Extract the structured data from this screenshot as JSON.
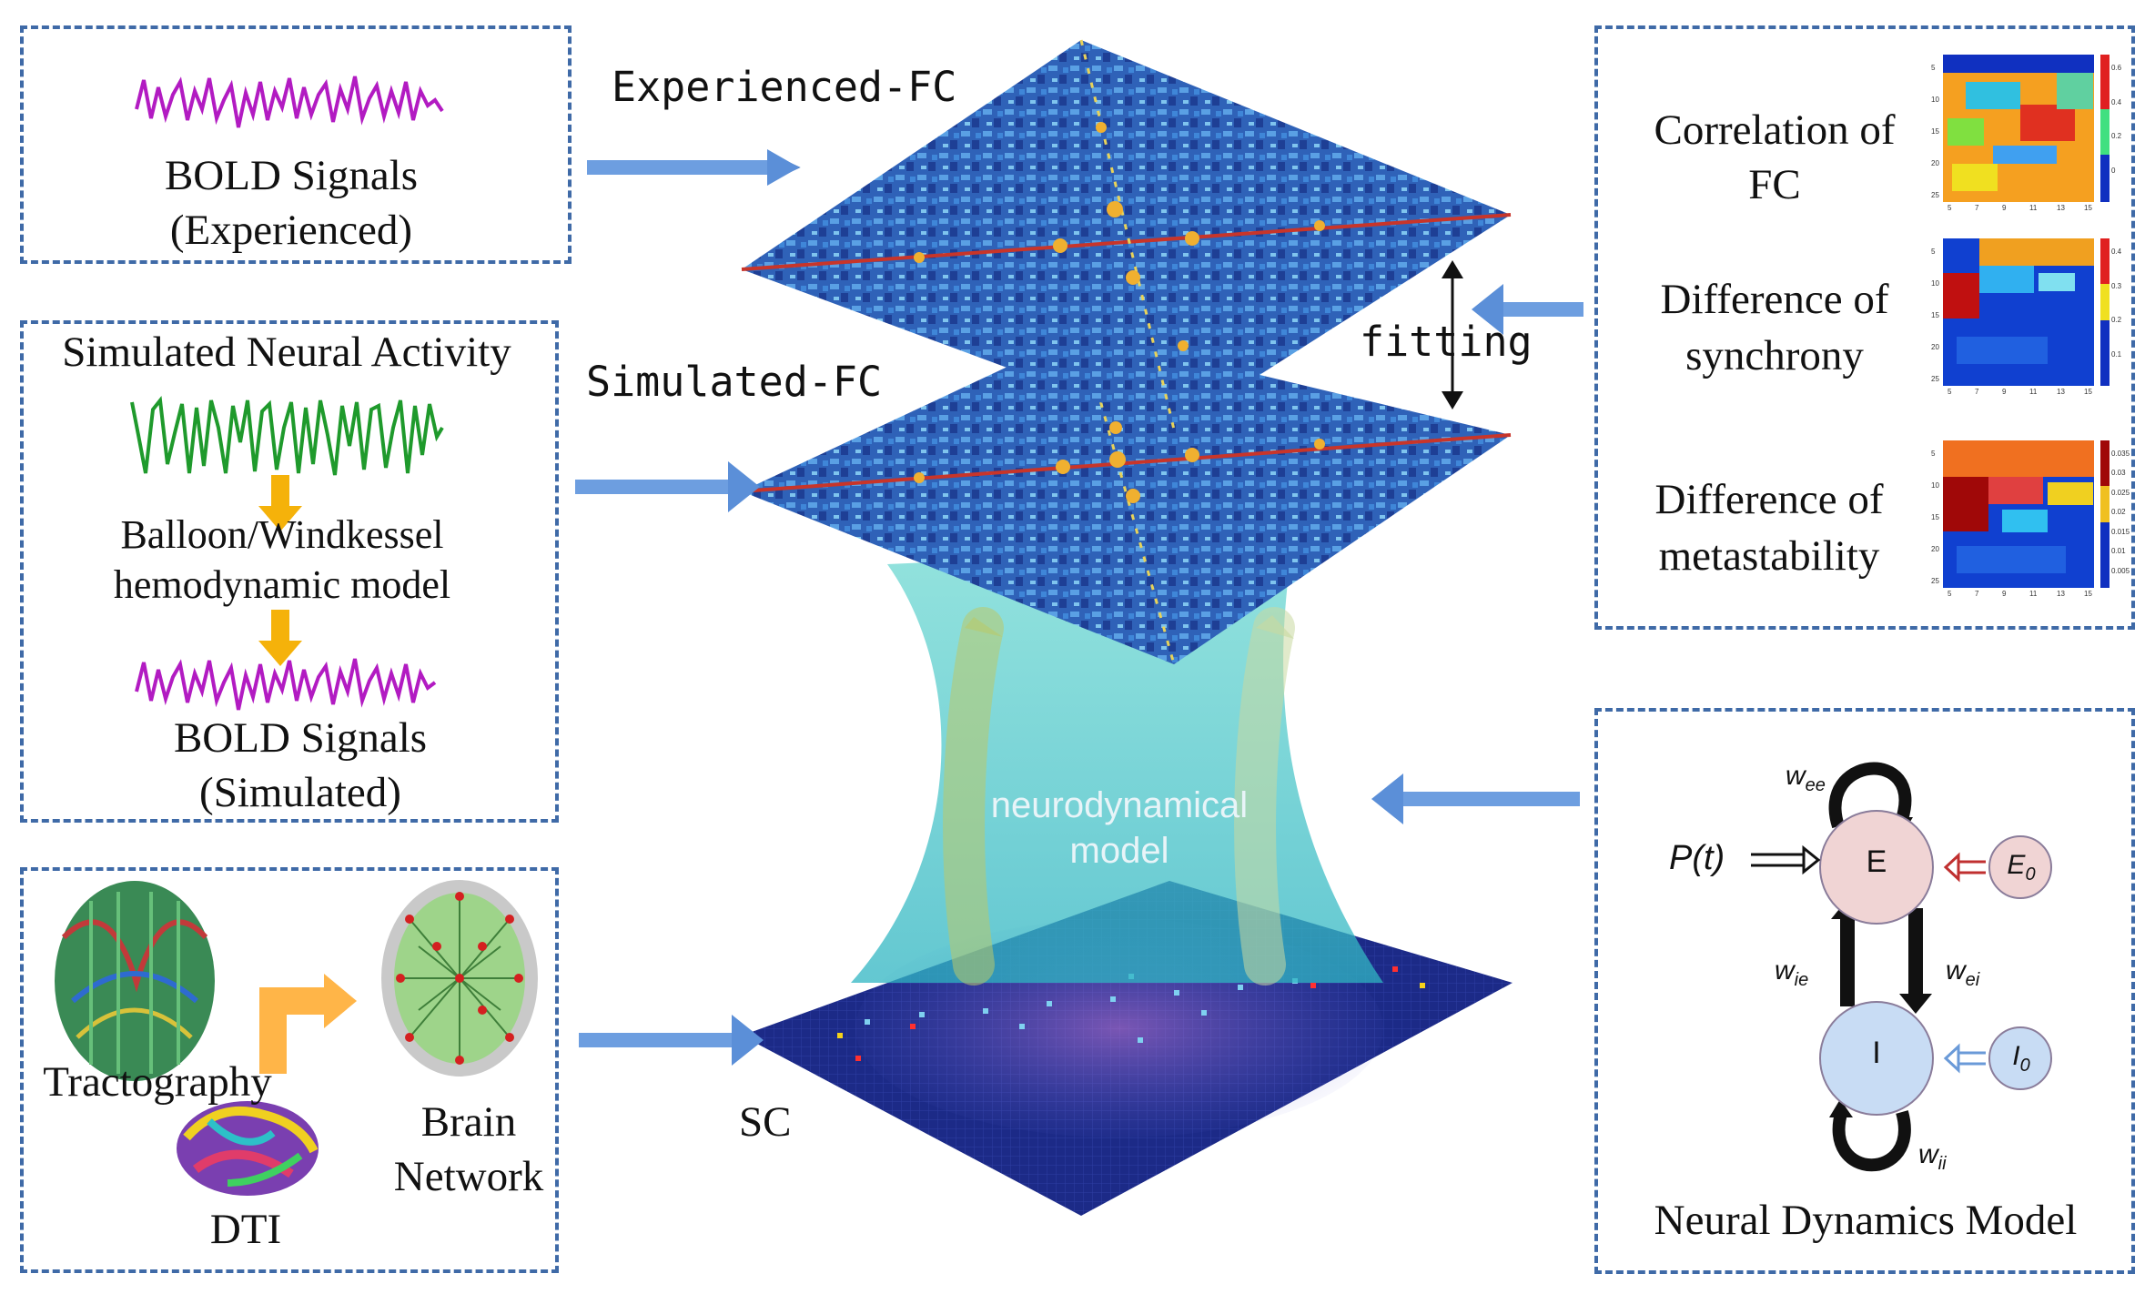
{
  "left_top": {
    "title1": "BOLD Signals",
    "title2": "(Experienced)"
  },
  "left_middle": {
    "title": "Simulated Neural Activity",
    "model1": "Balloon/Windkessel",
    "model2": "hemodynamic model",
    "title1": "BOLD Signals",
    "title2": "(Simulated)"
  },
  "left_bottom": {
    "tractography": "Tractography",
    "dti": "DTI",
    "brain1": "Brain",
    "brain2": "Network"
  },
  "center": {
    "experienced_fc": "Experienced-FC",
    "simulated_fc": "Simulated-FC",
    "fitting": "fitting",
    "model1": "neurodynamical",
    "model2": "model",
    "sc": "SC"
  },
  "right_top": {
    "metric1a": "Correlation of",
    "metric1b": "FC",
    "metric2a": "Difference of",
    "metric2b": "synchrony",
    "metric3a": "Difference of",
    "metric3b": "metastability",
    "yticks": [
      "5",
      "10",
      "15",
      "20",
      "25"
    ],
    "xticks": [
      "5",
      "7",
      "9",
      "11",
      "13",
      "15"
    ],
    "cb1": [
      "0.6",
      "0.4",
      "0.2",
      "0"
    ],
    "cb2": [
      "0.4",
      "0.3",
      "0.2",
      "0.1"
    ],
    "cb3": [
      "0.035",
      "0.03",
      "0.025",
      "0.02",
      "0.015",
      "0.01",
      "0.005"
    ]
  },
  "right_bottom": {
    "title": "Neural Dynamics Model",
    "node_e": "E",
    "node_i": "I",
    "pt": "P(t)",
    "e0": "E",
    "e0_sub": "0",
    "i0": "I",
    "i0_sub": "0",
    "wee": "w",
    "wee_sub": "ee",
    "wie": "w",
    "wie_sub": "ie",
    "wei": "w",
    "wei_sub": "ei",
    "wii": "w",
    "wii_sub": "ii"
  },
  "colors": {
    "dash": "#3f6aa7",
    "arrow": "#5b8fd8",
    "bold": "#b21bc2",
    "neural": "#1f9a2c",
    "down_arrow": "#f5b20a"
  }
}
